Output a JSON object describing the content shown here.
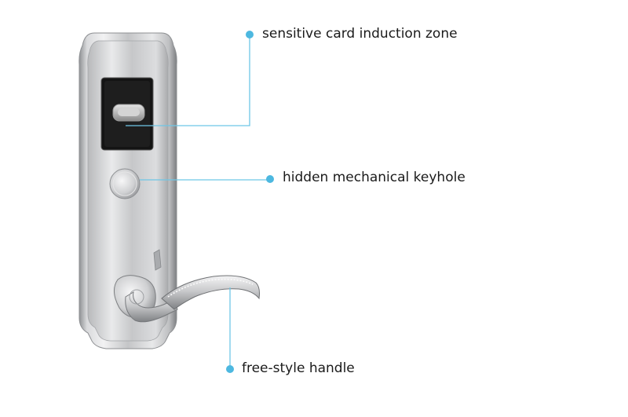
{
  "colors": {
    "callout_line": "#6ec6e6",
    "callout_dot": "#4db8e0",
    "plate_metal": "#c8c9cb",
    "reader_panel": "#151515"
  },
  "product": {
    "name": "electronic card door lock",
    "parts": [
      "lock-plate",
      "card-reader-panel",
      "keyhole-cover",
      "lever-handle"
    ]
  },
  "callouts": {
    "card_zone": "sensitive card induction zone",
    "keyhole": "hidden mechanical keyhole",
    "handle": "free-style handle"
  }
}
